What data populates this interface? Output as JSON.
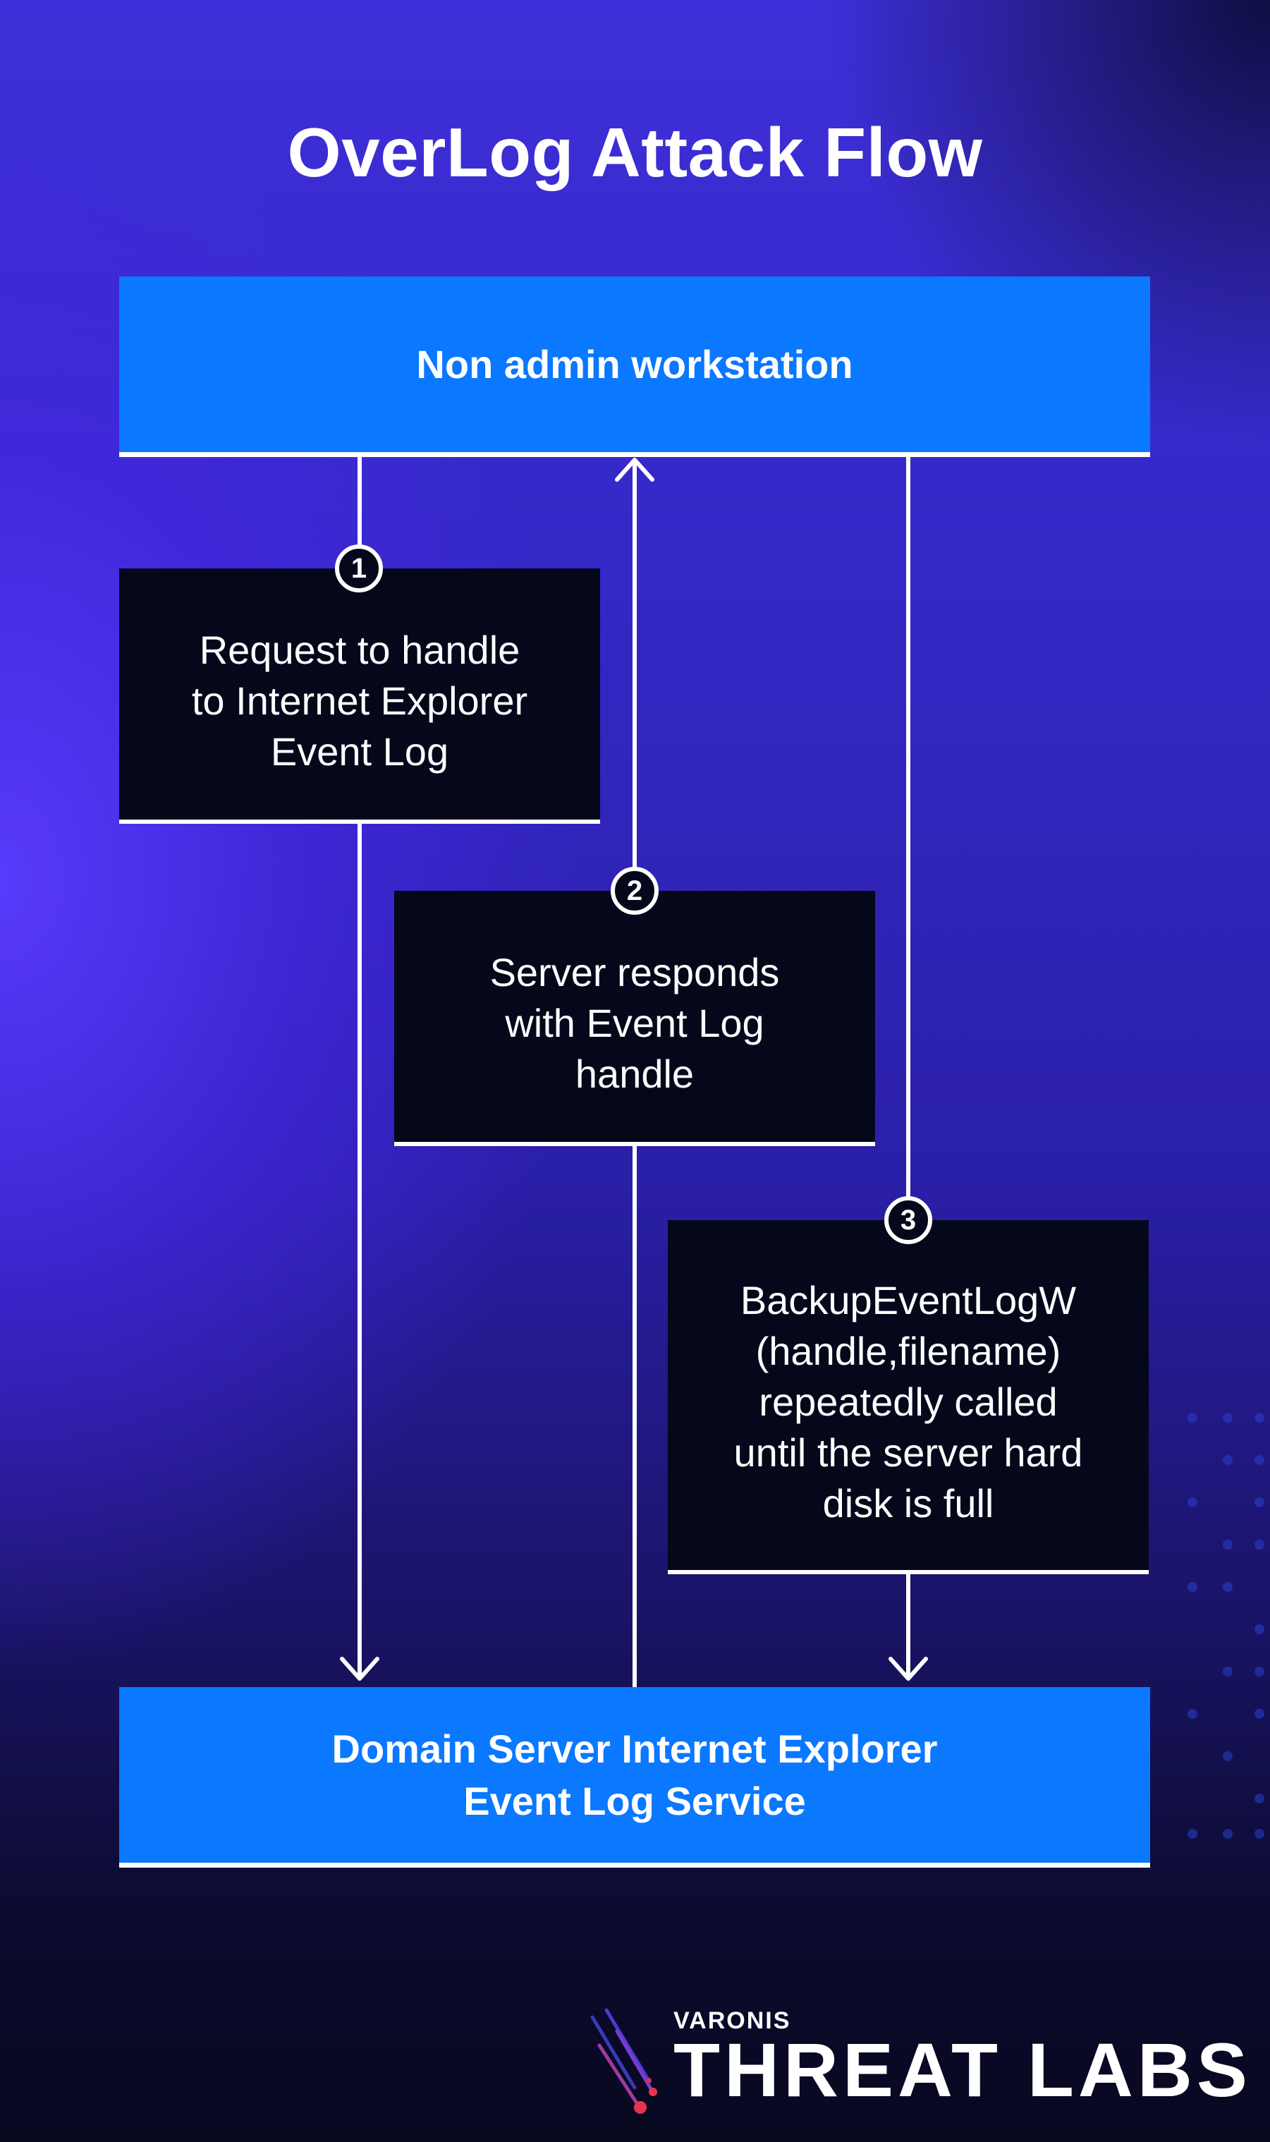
{
  "title": "OverLog Attack Flow",
  "nodes": {
    "workstation": "Non admin workstation",
    "server": "Domain Server Internet Explorer\nEvent Log Service"
  },
  "steps": [
    {
      "number": "1",
      "text": "Request to handle\nto Internet Explorer\nEvent Log"
    },
    {
      "number": "2",
      "text": "Server responds\nwith Event Log\nhandle"
    },
    {
      "number": "3",
      "text": "BackupEventLogW\n(handle,filename)\nrepeatedly called\nuntil the server hard\ndisk is full"
    }
  ],
  "logo": {
    "brand": "VARONIS",
    "product": "THREAT LABS"
  },
  "colors": {
    "node_blue": "#0a78ff",
    "step_dark": "#05081a",
    "background": "#3327c4",
    "logo_accent": "#e8344e"
  }
}
